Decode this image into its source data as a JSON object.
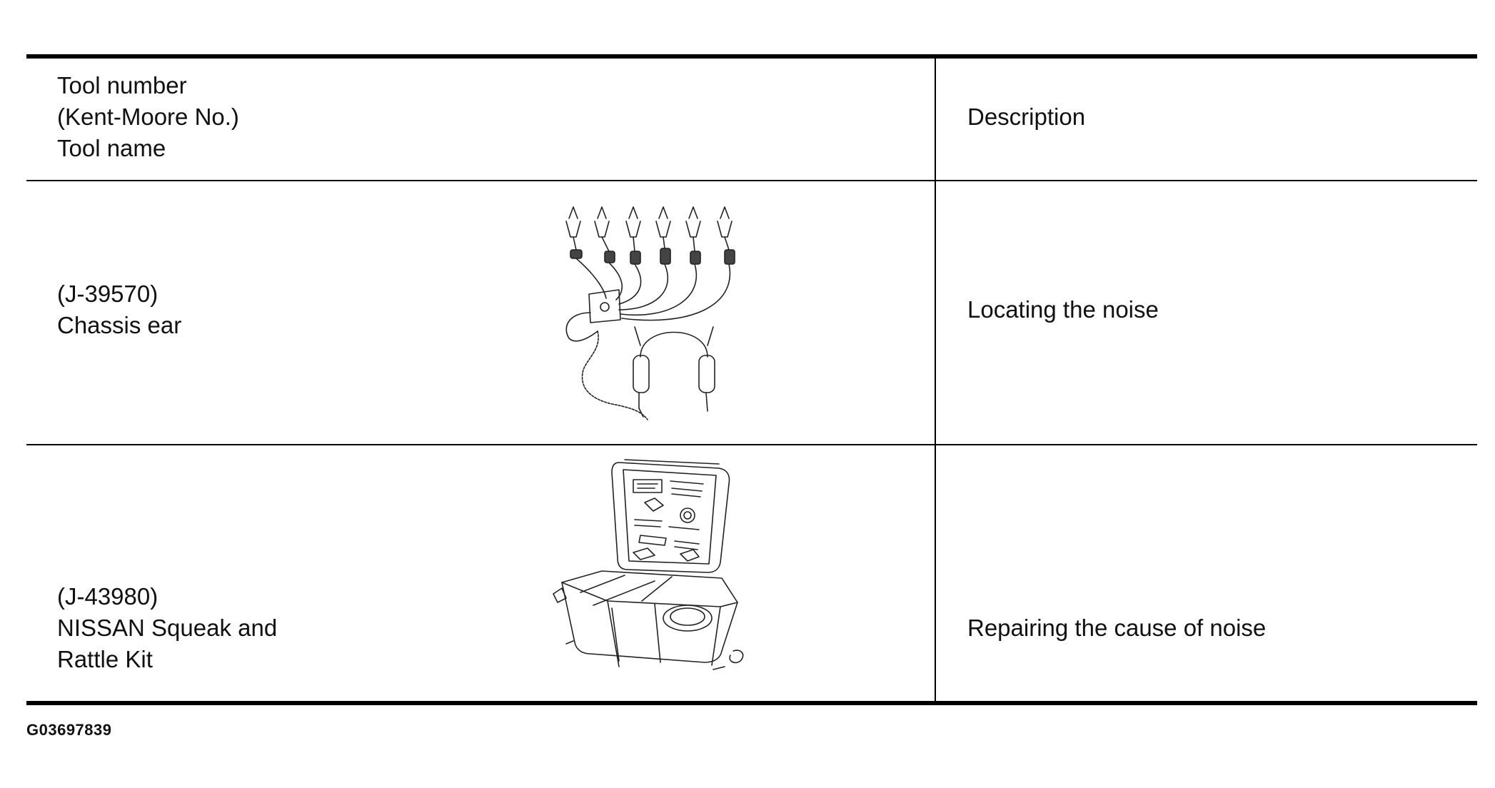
{
  "table": {
    "header": {
      "tool_lines": [
        "Tool number",
        "(Kent-Moore No.)",
        "Tool name"
      ],
      "description": "Description"
    },
    "rows": [
      {
        "tool_number": "(J-39570)",
        "tool_name_lines": [
          "Chassis ear"
        ],
        "description": "Locating the noise",
        "illustration": "chassis-ear-illustration"
      },
      {
        "tool_number": "(J-43980)",
        "tool_name_lines": [
          "NISSAN Squeak and",
          "Rattle Kit"
        ],
        "description": "Repairing the cause of noise",
        "illustration": "squeak-rattle-kit-illustration"
      }
    ]
  },
  "figure_id": "G03697839"
}
